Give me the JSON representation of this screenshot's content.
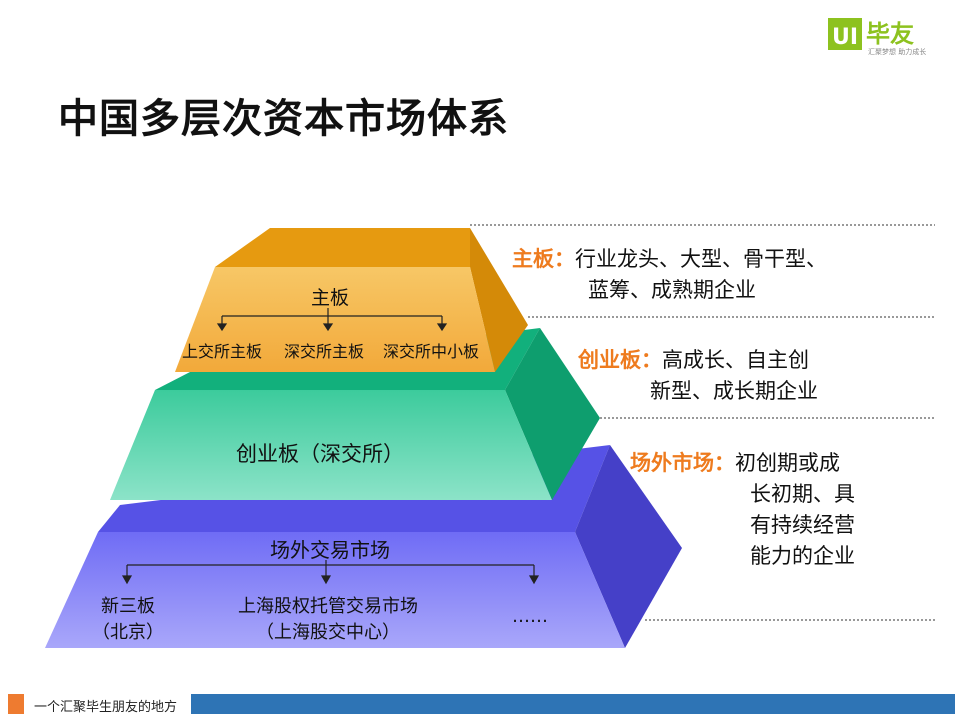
{
  "logo": {
    "mark": "UI",
    "name": "毕友",
    "tagline": "汇聚梦想 助力成长"
  },
  "title": "中国多层次资本市场体系",
  "pyramid": {
    "top": {
      "label": "主板",
      "children": [
        "上交所主板",
        "深交所主板",
        "深交所中小板"
      ]
    },
    "middle": {
      "label": "创业板（深交所）"
    },
    "bottom": {
      "label": "场外交易市场",
      "children": [
        {
          "line1": "新三板",
          "line2": "（北京）"
        },
        {
          "line1": "上海股权托管交易市场",
          "line2": "（上海股交中心）"
        },
        {
          "line1": "……",
          "line2": ""
        }
      ]
    }
  },
  "descriptions": [
    {
      "label": "主板：",
      "lines": [
        "行业龙头、大型、骨干型、",
        "蓝筹、成熟期企业"
      ]
    },
    {
      "label": "创业板：",
      "lines": [
        "高成长、自主创",
        "新型、成长期企业"
      ]
    },
    {
      "label": "场外市场：",
      "lines": [
        "初创期或成",
        "长初期、具",
        "有持续经营",
        "能力的企业"
      ]
    }
  ],
  "footer": {
    "text": "一个汇聚毕生朋友的地方"
  },
  "colors": {
    "accent": "#EE7B1E",
    "footer_bar": "#2E74B5",
    "logo": "#8DC21F"
  }
}
